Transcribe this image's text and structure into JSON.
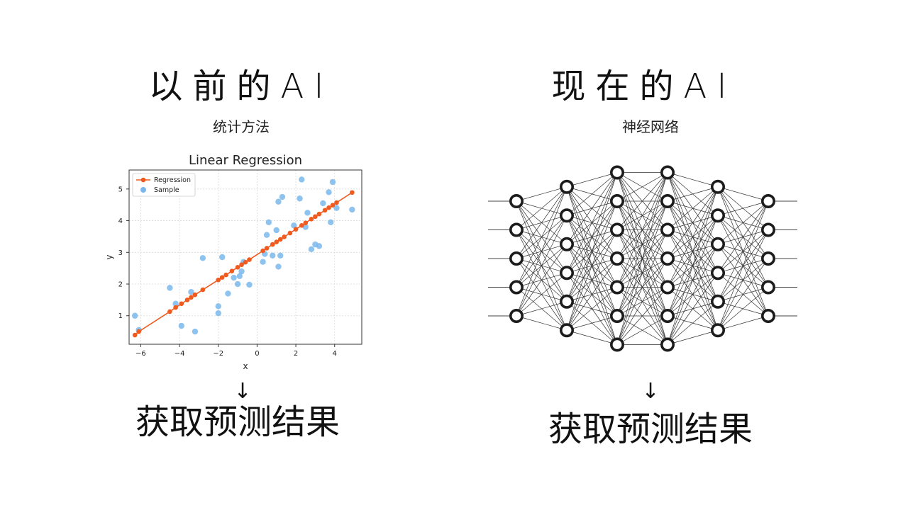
{
  "left": {
    "title": "以前的AI",
    "subtitle": "统计方法",
    "arrow": "↓",
    "result": "获取预测结果"
  },
  "right": {
    "title": "现在的AI",
    "subtitle": "神经网络",
    "arrow": "↓",
    "result": "获取预测结果"
  },
  "chart_data": {
    "type": "scatter",
    "title": "Linear Regression",
    "xlabel": "x",
    "ylabel": "y",
    "xlim": [
      -6.6,
      5.4
    ],
    "ylim": [
      0.1,
      5.6
    ],
    "xticks": [
      -6,
      -4,
      -2,
      0,
      2,
      4
    ],
    "yticks": [
      1,
      2,
      3,
      4,
      5
    ],
    "grid": true,
    "legend_position": "top-left",
    "colors": {
      "regression": "#f05a1e",
      "sample": "#7ab8ec"
    },
    "series": [
      {
        "name": "Regression",
        "kind": "line",
        "x": [
          -6.3,
          -6.1,
          -4.5,
          -4.2,
          -3.9,
          -3.6,
          -3.4,
          -3.2,
          -2.8,
          -2.0,
          -1.8,
          -1.6,
          -1.3,
          -1.0,
          -0.8,
          -0.6,
          -0.4,
          0.3,
          0.5,
          0.8,
          1.0,
          1.2,
          1.4,
          1.7,
          2.0,
          2.3,
          2.5,
          2.8,
          3.0,
          3.2,
          3.5,
          3.7,
          3.9,
          4.1,
          4.9
        ],
        "y": [
          0.39,
          0.5,
          1.13,
          1.26,
          1.38,
          1.5,
          1.58,
          1.66,
          1.82,
          2.13,
          2.21,
          2.29,
          2.41,
          2.53,
          2.61,
          2.69,
          2.77,
          3.05,
          3.13,
          3.25,
          3.33,
          3.41,
          3.49,
          3.61,
          3.73,
          3.85,
          3.93,
          4.05,
          4.13,
          4.21,
          4.33,
          4.41,
          4.49,
          4.57,
          4.89
        ]
      },
      {
        "name": "Sample",
        "kind": "scatter",
        "x": [
          -6.3,
          -6.1,
          -4.5,
          -4.2,
          -3.9,
          -3.4,
          -3.2,
          -2.8,
          -2.0,
          -2.0,
          -1.8,
          -1.5,
          -1.2,
          -1.0,
          -0.9,
          -0.8,
          -0.7,
          -0.4,
          0.3,
          0.4,
          0.5,
          0.6,
          0.8,
          1.0,
          1.1,
          1.1,
          1.2,
          1.3,
          1.9,
          2.2,
          2.3,
          2.5,
          2.6,
          2.8,
          3.0,
          3.2,
          3.4,
          3.7,
          3.8,
          3.9,
          4.1,
          4.9
        ],
        "y": [
          1.0,
          0.55,
          1.88,
          1.38,
          0.68,
          1.75,
          0.5,
          2.82,
          1.3,
          1.08,
          2.85,
          1.7,
          2.2,
          2.0,
          2.25,
          2.4,
          2.7,
          1.98,
          2.7,
          2.95,
          3.55,
          3.95,
          2.9,
          3.7,
          2.55,
          4.6,
          2.9,
          4.75,
          3.85,
          4.7,
          5.3,
          3.8,
          4.25,
          3.1,
          3.25,
          3.2,
          4.55,
          4.9,
          3.95,
          5.22,
          4.4,
          4.35
        ]
      }
    ]
  },
  "network": {
    "layers": [
      5,
      6,
      7,
      7,
      6,
      5
    ]
  }
}
